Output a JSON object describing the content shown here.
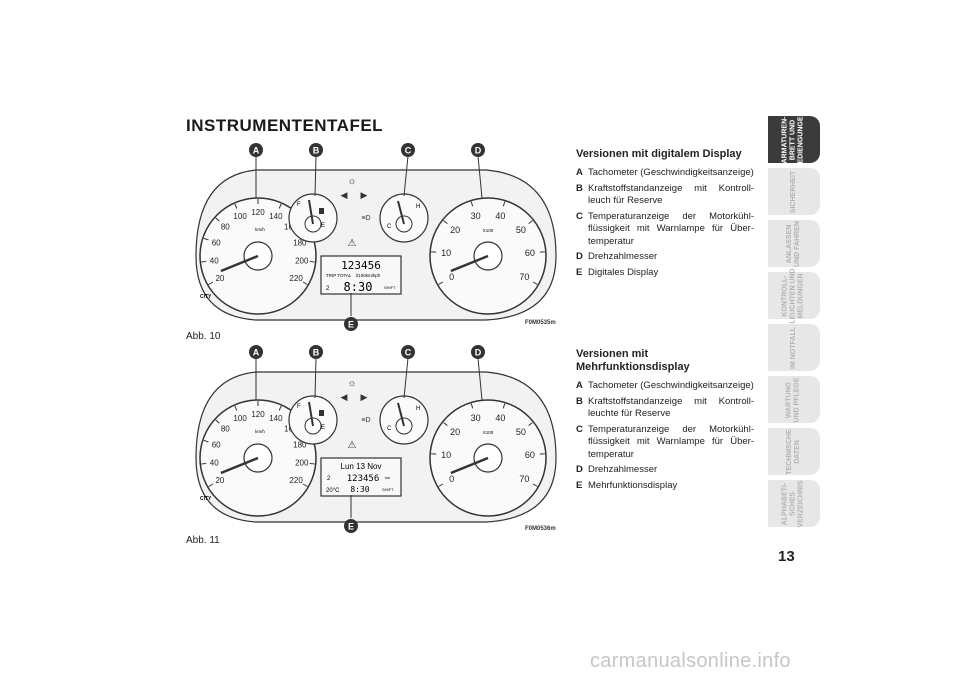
{
  "page": {
    "title": "INSTRUMENTENTAFEL",
    "number": "13",
    "watermark": "carmanualsonline.info"
  },
  "figures": [
    {
      "caption": "Abb. 10",
      "code": "F0M0535m",
      "callouts": [
        "A",
        "B",
        "C",
        "D",
        "E"
      ],
      "speedo_ticks": [
        "20",
        "40",
        "60",
        "80",
        "100",
        "120",
        "140",
        "160",
        "180",
        "200",
        "220"
      ],
      "speedo_unit": "km/h",
      "fuel_labels": [
        "F",
        "E"
      ],
      "temp_labels": [
        "C",
        "H"
      ],
      "tacho_ticks": [
        "0",
        "10",
        "20",
        "30",
        "40",
        "50",
        "60",
        "70"
      ],
      "tacho_unit": "X100",
      "city_label": "CITY",
      "display": {
        "line1": "123456",
        "line2": "TRIP TOTAL",
        "line2b": "l/100km/kph",
        "line3": "8:30",
        "gear": "2",
        "shift": "SHIFT"
      }
    },
    {
      "caption": "Abb. 11",
      "code": "F0M0536m",
      "callouts": [
        "A",
        "B",
        "C",
        "D",
        "E"
      ],
      "speedo_ticks": [
        "20",
        "40",
        "60",
        "80",
        "100",
        "120",
        "140",
        "160",
        "180",
        "200",
        "220"
      ],
      "speedo_unit": "km/h",
      "fuel_labels": [
        "F",
        "E"
      ],
      "temp_labels": [
        "C",
        "H"
      ],
      "tacho_ticks": [
        "0",
        "10",
        "20",
        "30",
        "40",
        "50",
        "60",
        "70"
      ],
      "tacho_unit": "X100",
      "city_label": "CITY",
      "display": {
        "line1": "Lun 13 Nov",
        "line2": "123456",
        "line2_unit": "km",
        "line3_temp": "20°C",
        "line3": "8:30",
        "gear": "2",
        "shift": "SHIFT"
      }
    }
  ],
  "sections": [
    {
      "heading": "Versionen mit digitalem Display",
      "items": [
        {
          "key": "A",
          "text": "Tachometer (Geschwindigkeitsanzeige)"
        },
        {
          "key": "B",
          "text": "Kraftstoffstandanzeige mit Kontroll-leuch für Reserve"
        },
        {
          "key": "C",
          "text": "Temperaturanzeige der Motorkühl-flüssigkeit mit Warnlampe für Über-temperatur"
        },
        {
          "key": "D",
          "text": "Drehzahlmesser"
        },
        {
          "key": "E",
          "text": "Digitales Display"
        }
      ]
    },
    {
      "heading": "Versionen mit Mehrfunktionsdisplay",
      "items": [
        {
          "key": "A",
          "text": "Tachometer (Geschwindigkeitsanzeige)"
        },
        {
          "key": "B",
          "text": "Kraftstoffstandanzeige mit Kontroll-leuchte für Reserve"
        },
        {
          "key": "C",
          "text": "Temperaturanzeige der Motorkühl-flüssigkeit mit Warnlampe für Über-temperatur"
        },
        {
          "key": "D",
          "text": "Drehzahlmesser"
        },
        {
          "key": "E",
          "text": "Mehrfunktionsdisplay"
        }
      ]
    }
  ],
  "tabs": [
    {
      "label": "ARMATUREN-\nBRETT UND\nBEDIENGUNGEN",
      "active": true
    },
    {
      "label": "SICHERHEIT",
      "active": false
    },
    {
      "label": "ANLASSEN\nUND FAHREN",
      "active": false
    },
    {
      "label": "KONTROLL-\nLEUCHTEN UND\nMELDUNGEN",
      "active": false
    },
    {
      "label": "IM NOTFALL",
      "active": false
    },
    {
      "label": "WARTUNG\nUND PFLEGE",
      "active": false
    },
    {
      "label": "TECHNISCHE\nDATEN",
      "active": false
    },
    {
      "label": "ALPHABETI-\nSCHES\nVERZEICHNIS",
      "active": false
    }
  ],
  "colors": {
    "callout": "#333333",
    "panel_bg": "#f2f2f2",
    "tab_active": "#3b3b3b",
    "tab_inactive": "#e7e7e7"
  }
}
